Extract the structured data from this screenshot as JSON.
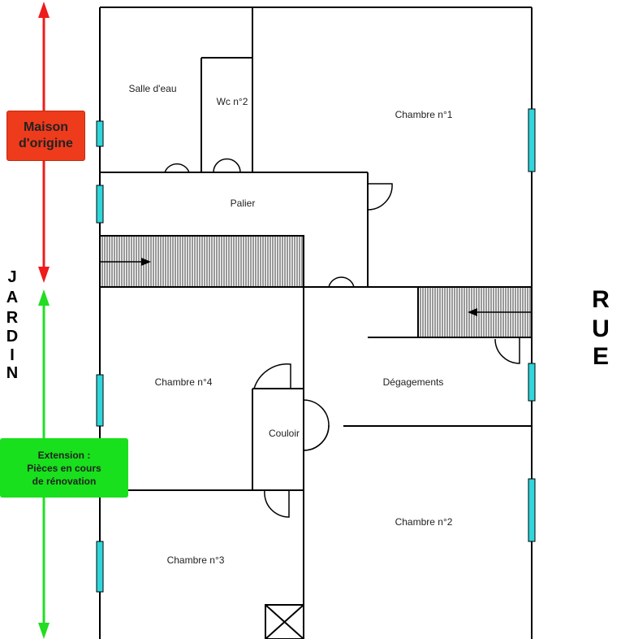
{
  "rooms": {
    "salle_deau": "Salle d'eau",
    "wc2": "Wc n°2",
    "chambre1": "Chambre n°1",
    "palier": "Palier",
    "chambre4": "Chambre n°4",
    "degagements": "Dégagements",
    "couloir": "Couloir",
    "chambre2": "Chambre n°2",
    "chambre3": "Chambre n°3"
  },
  "street_letters": [
    "R",
    "U",
    "E"
  ],
  "garden_letters": [
    "J",
    "A",
    "R",
    "D",
    "I",
    "N"
  ],
  "zones": {
    "origin": {
      "line1": "Maison",
      "line2": "d'origine",
      "color": "#ee3b1c"
    },
    "extension": {
      "line1": "Extension :",
      "line2": "Pièces en cours",
      "line3": "de rénovation",
      "color": "#18e01c"
    }
  },
  "colors": {
    "wall": "#000000",
    "window": "#2fd6dc",
    "origin_arrow": "#ee1c1c",
    "extension_arrow": "#22dd22"
  }
}
